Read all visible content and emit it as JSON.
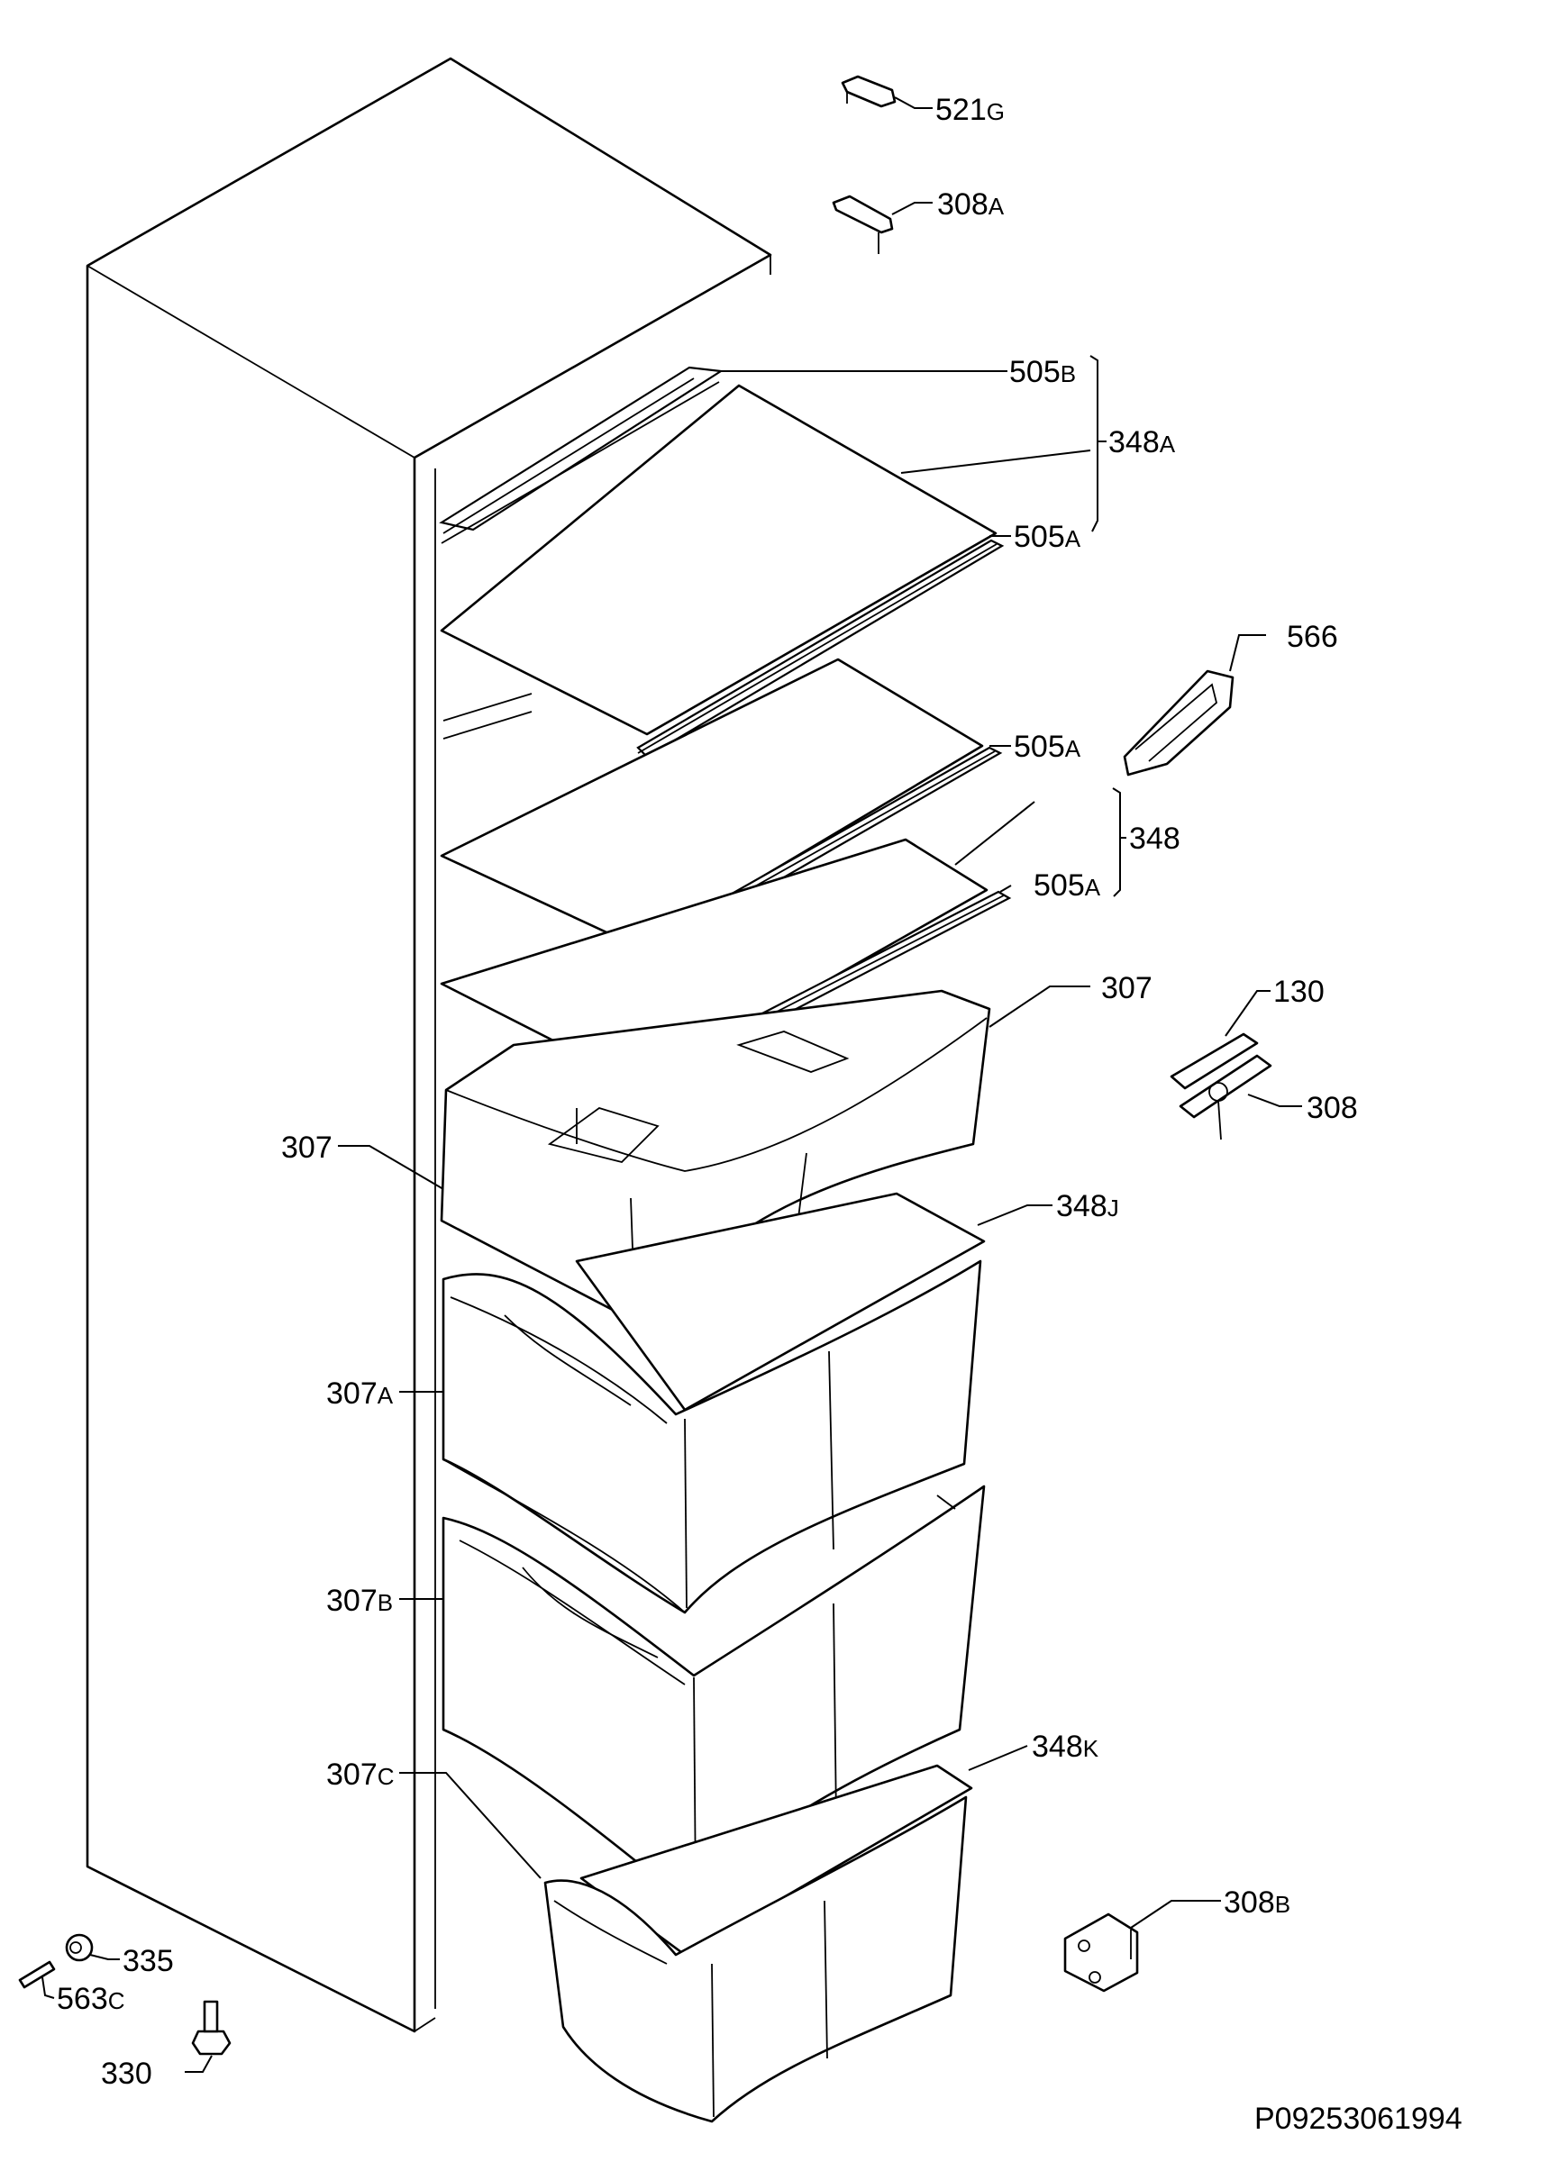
{
  "diagram": {
    "code": "P09253061994",
    "callouts": [
      {
        "id": "521g",
        "num": "521",
        "suf": "G"
      },
      {
        "id": "308a",
        "num": "308",
        "suf": "A"
      },
      {
        "id": "505b",
        "num": "505",
        "suf": "B"
      },
      {
        "id": "348a",
        "num": "348",
        "suf": "A"
      },
      {
        "id": "505a-1",
        "num": "505",
        "suf": "A"
      },
      {
        "id": "566",
        "num": "566",
        "suf": ""
      },
      {
        "id": "505a-2",
        "num": "505",
        "suf": "A"
      },
      {
        "id": "348",
        "num": "348",
        "suf": ""
      },
      {
        "id": "505a-3",
        "num": "505",
        "suf": "A"
      },
      {
        "id": "307-right",
        "num": "307",
        "suf": ""
      },
      {
        "id": "130",
        "num": "130",
        "suf": ""
      },
      {
        "id": "308",
        "num": "308",
        "suf": ""
      },
      {
        "id": "307-left",
        "num": "307",
        "suf": ""
      },
      {
        "id": "348j",
        "num": "348",
        "suf": "J"
      },
      {
        "id": "307a",
        "num": "307",
        "suf": "A"
      },
      {
        "id": "307b",
        "num": "307",
        "suf": "B"
      },
      {
        "id": "348k",
        "num": "348",
        "suf": "K"
      },
      {
        "id": "307c",
        "num": "307",
        "suf": "C"
      },
      {
        "id": "308b",
        "num": "308",
        "suf": "B"
      },
      {
        "id": "335",
        "num": "335",
        "suf": ""
      },
      {
        "id": "563c",
        "num": "563",
        "suf": "C"
      },
      {
        "id": "330",
        "num": "330",
        "suf": ""
      }
    ]
  }
}
